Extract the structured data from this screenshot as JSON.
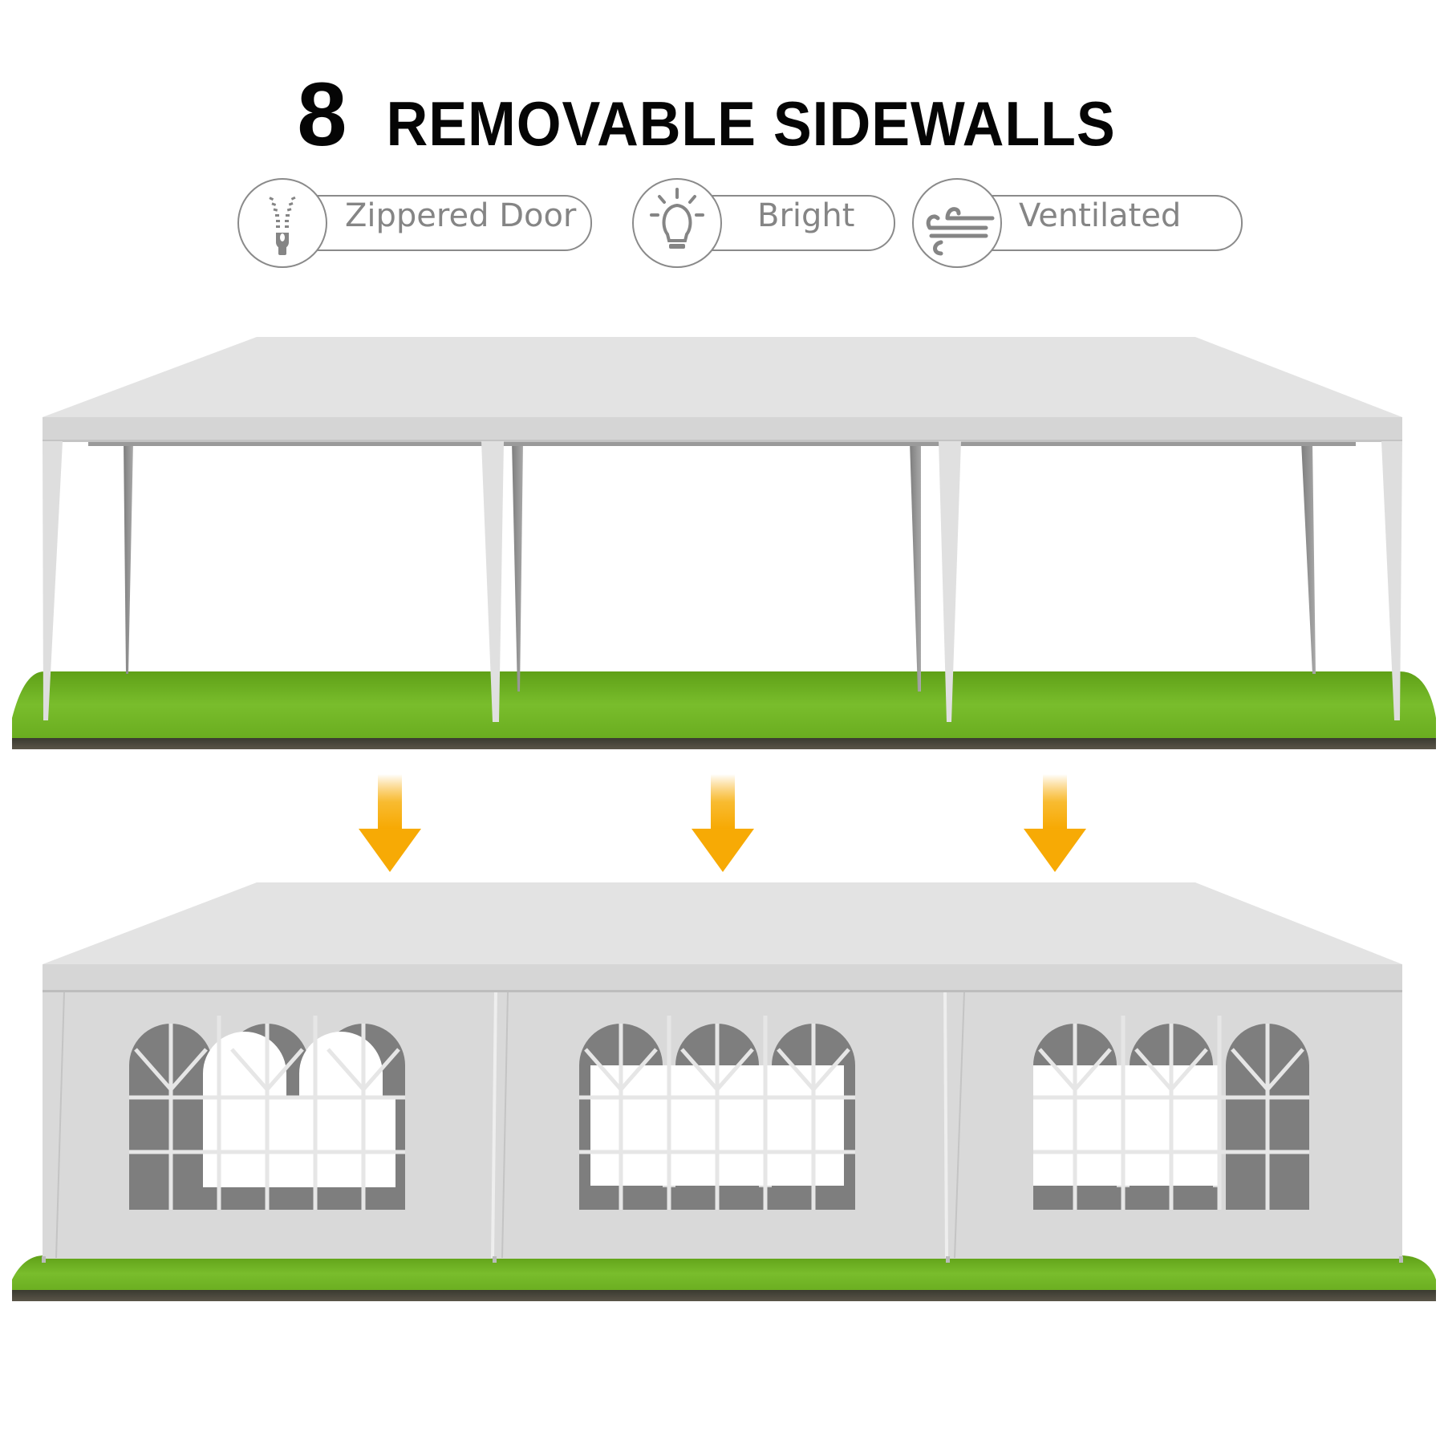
{
  "title": {
    "number": "8",
    "text": "REMOVABLE SIDEWALLS"
  },
  "features": [
    {
      "label": "Zippered Door",
      "icon": "zipper-icon"
    },
    {
      "label": "Bright",
      "icon": "lightbulb-icon"
    },
    {
      "label": "Ventilated",
      "icon": "wind-icon"
    }
  ],
  "illustrations": {
    "top": "tent-without-sidewalls",
    "bottom": "tent-with-sidewalls-and-windows"
  },
  "colors": {
    "accent_arrow": "#f7a800",
    "icon_gray": "#858585",
    "grass": "#6bb122",
    "tent": "#e2e2e2"
  }
}
